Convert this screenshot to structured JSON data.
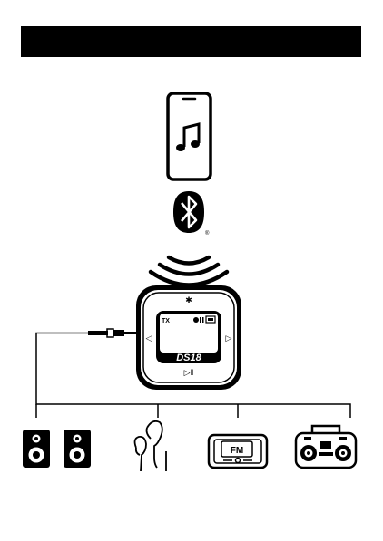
{
  "header": {
    "text": ""
  },
  "colors": {
    "ink": "#000000",
    "screen": "#ffffff",
    "accent": "#000000"
  },
  "device": {
    "brand": "DS18",
    "mode_indicator": "TX",
    "bluetooth_symbol": "✱",
    "nav_left": "◁",
    "nav_right": "▷",
    "play_pause": "▷‖"
  },
  "phone": {
    "icon": "music-note-icon"
  },
  "bluetooth_logo": {
    "trademark": "®"
  },
  "outputs": [
    {
      "icon": "speakers-icon"
    },
    {
      "icon": "earphones-icon"
    },
    {
      "icon": "car-radio-icon",
      "label": "FM"
    },
    {
      "icon": "boombox-icon"
    }
  ]
}
